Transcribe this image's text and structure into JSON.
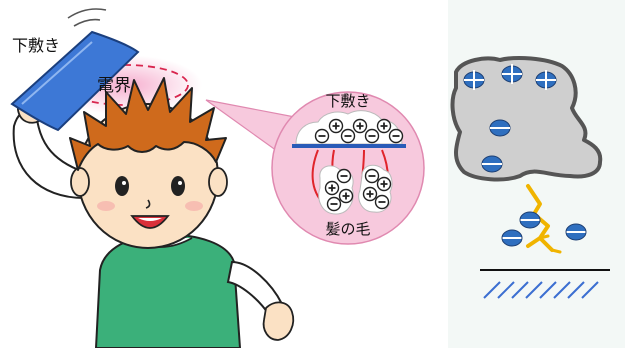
{
  "labels": {
    "shitajiki_outside": "下敷き",
    "denkai": "電界",
    "shitajiki_inset": "下敷き",
    "kami_no_ke": "髪の毛"
  },
  "colors": {
    "sheet_blue": "#3d78d6",
    "skin": "#fbe1c4",
    "hair": "#cf6a1c",
    "shirt_green": "#3bb07a",
    "field_pink": "#f4a0c6",
    "inset_bg": "#f7c9dd",
    "red_line": "#e0242b",
    "cloud_gray": "#cfcfcf",
    "lightning": "#f0b400",
    "charge_blue": "#2f6fbf",
    "ground_blue": "#3b6fd1"
  },
  "icons": {
    "positive_charge": "plus-circle-icon",
    "negative_charge": "minus-circle-icon",
    "lightning": "lightning-bolt-icon"
  }
}
